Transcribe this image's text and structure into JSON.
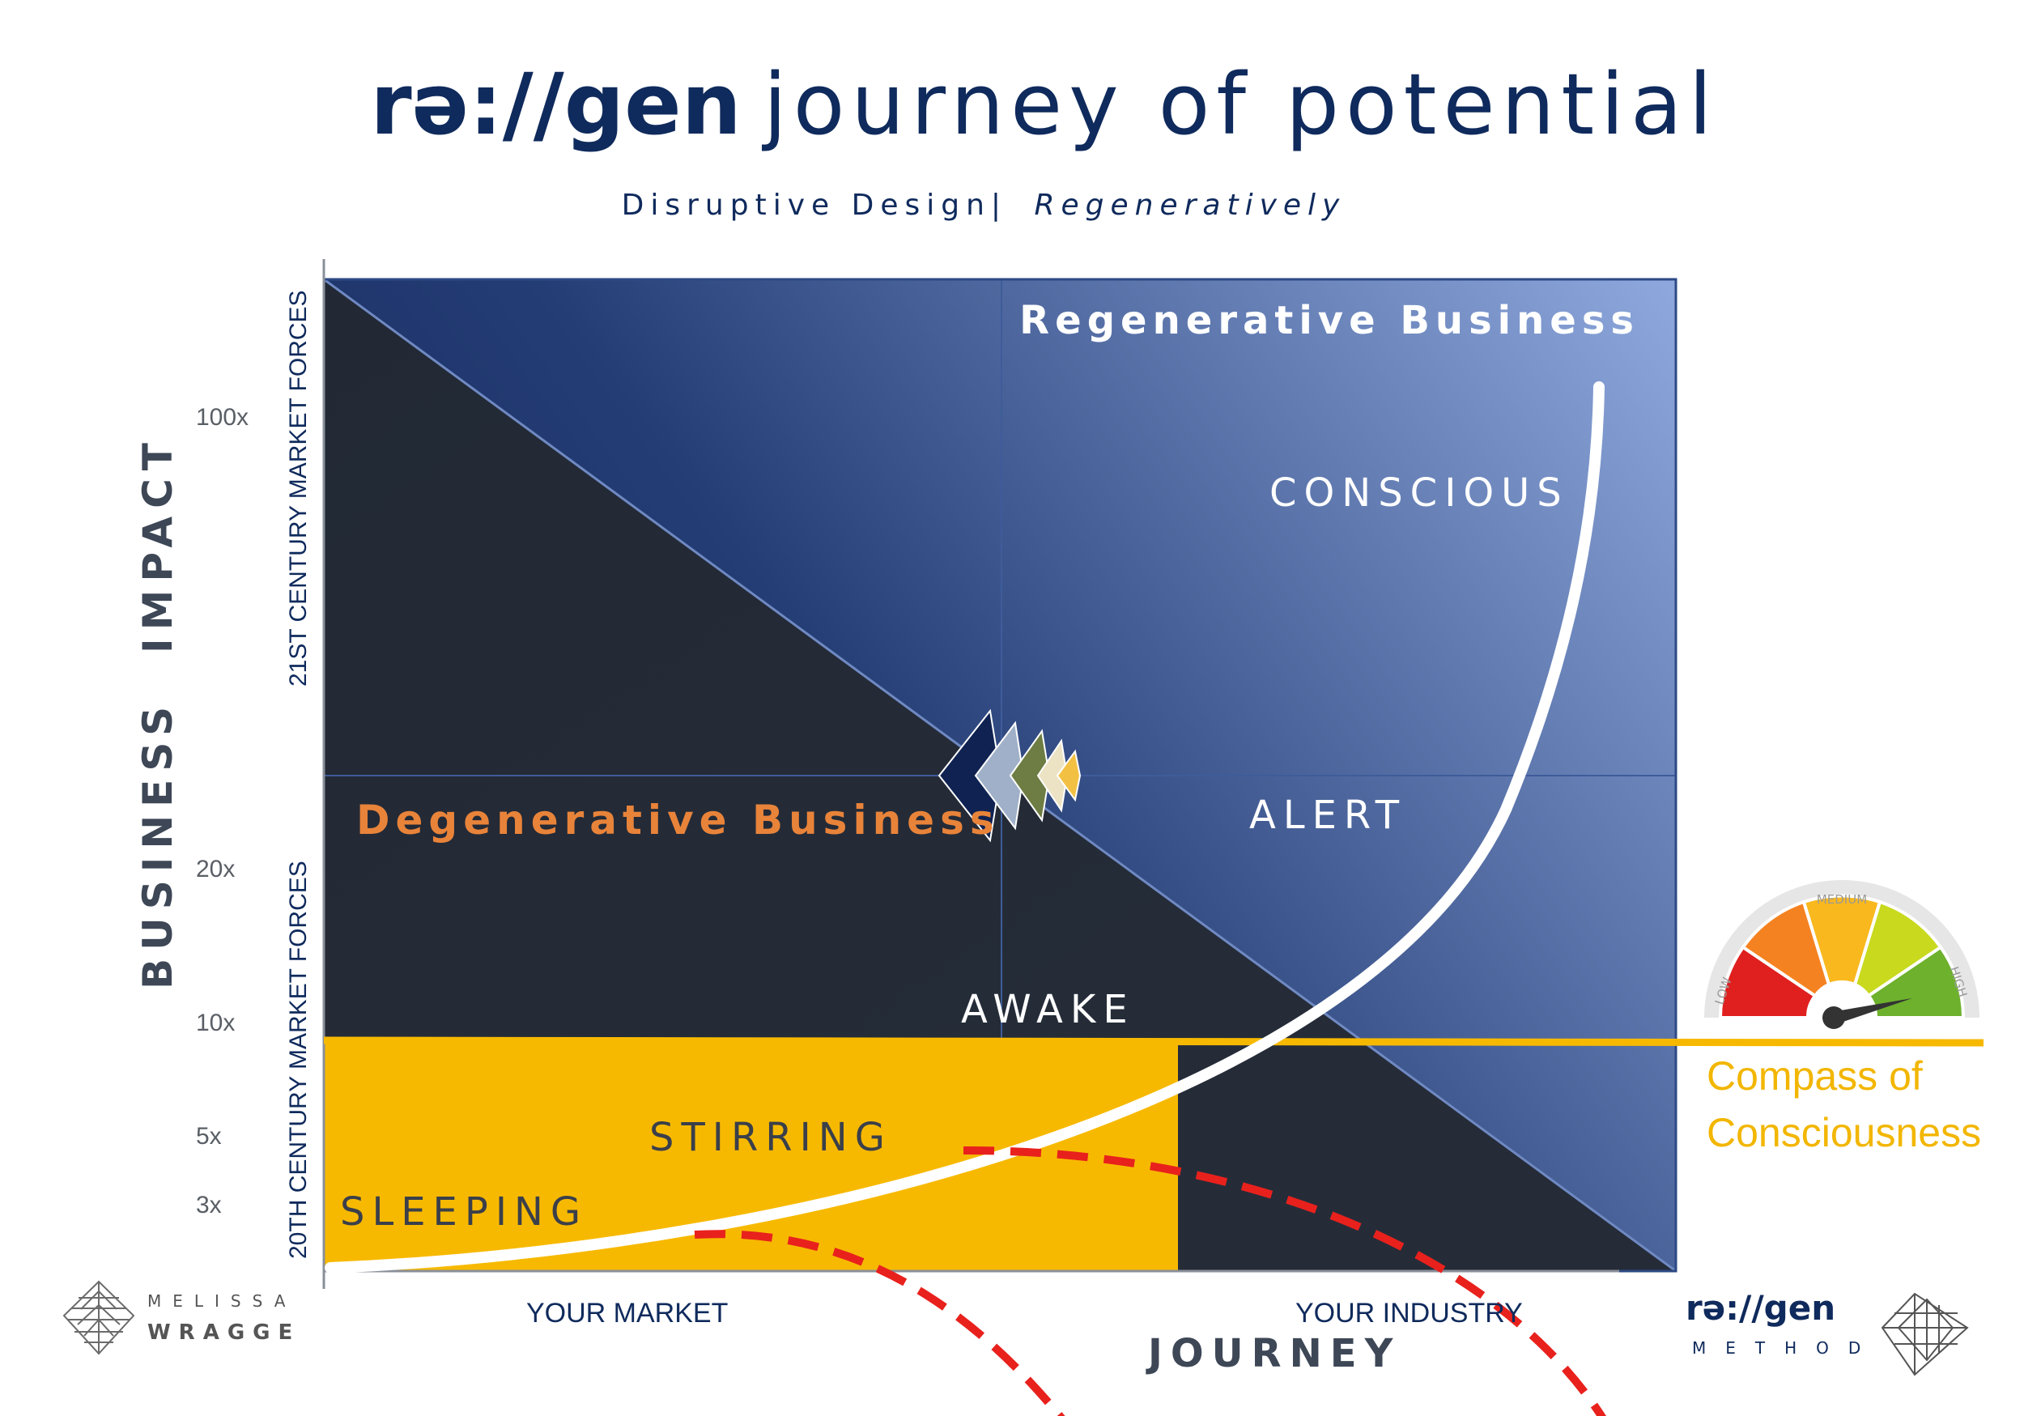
{
  "header": {
    "title_brand": "rə://gen",
    "title_rest": "journey of potential",
    "subtitle_main": "Disruptive Design|",
    "subtitle_italic": "Regeneratively"
  },
  "axes": {
    "y_title_business": "BUSINESS",
    "y_title_impact": "IMPACT",
    "y_upper_forces": "21ST CENTURY MARKET FORCES",
    "y_lower_forces": "20TH CENTURY MARKET FORCES",
    "y_ticks": [
      "100x",
      "20x",
      "10x",
      "5x",
      "3x"
    ],
    "x_title": "JOURNEY",
    "x_label_left": "YOUR MARKET",
    "x_label_right": "YOUR INDUSTRY"
  },
  "regions": {
    "regenerative": "Regenerative Business",
    "degenerative": "Degenerative Business"
  },
  "stages": [
    "SLEEPING",
    "STIRRING",
    "AWAKE",
    "ALERT",
    "CONSCIOUS"
  ],
  "compass": {
    "title": "Compass of Consciousness",
    "line1": "Compass of",
    "line2": "Consciousness",
    "gauge_labels": [
      "LOW",
      "MEDIUM",
      "HIGH"
    ],
    "needle_level": "high"
  },
  "logos": {
    "author_first": "MELISSA",
    "author_last": "WRAGGE",
    "method_brand": "rə://gen",
    "method_word": "METHOD"
  },
  "colors": {
    "navy": "#0f2a5c",
    "dark_panel": "#232a35",
    "blue_light": "#8ea8dd",
    "gold": "#f7b900",
    "orange": "#e8833a",
    "red_dash": "#e8211d",
    "white": "#ffffff"
  }
}
